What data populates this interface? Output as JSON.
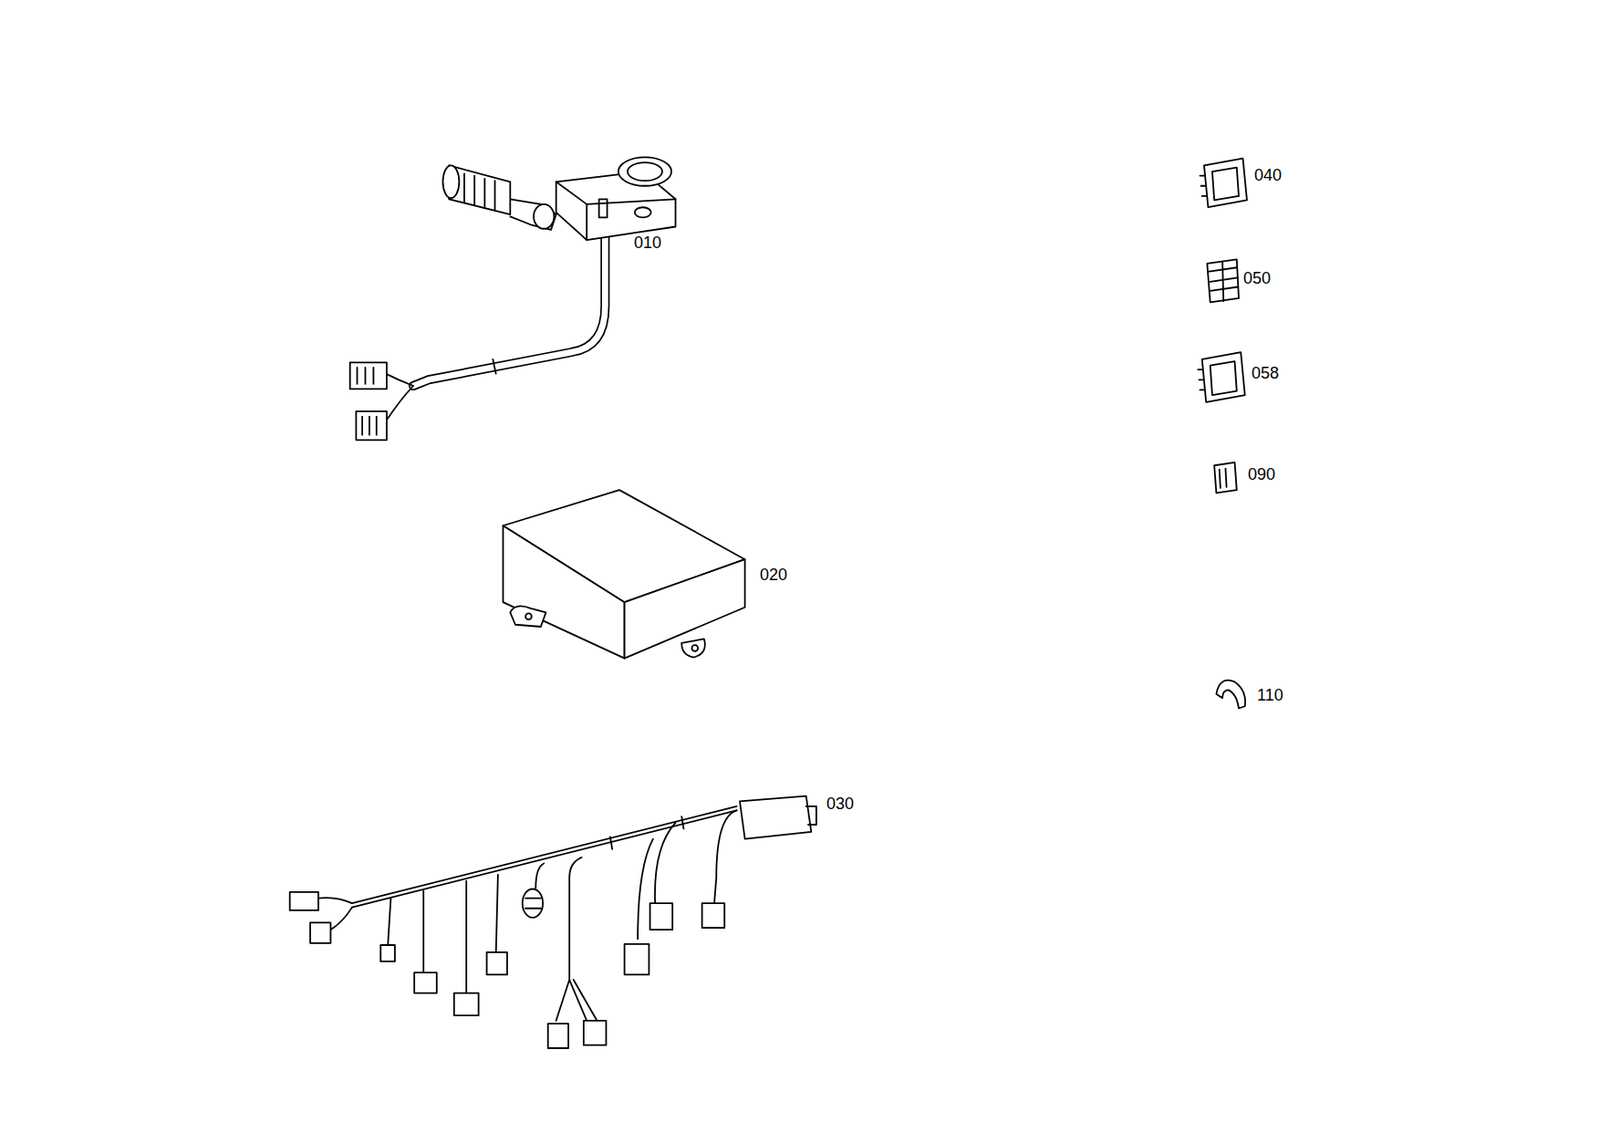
{
  "diagram": {
    "labels": [
      "010",
      "020",
      "030",
      "040",
      "050",
      "058",
      "090",
      "110"
    ]
  }
}
